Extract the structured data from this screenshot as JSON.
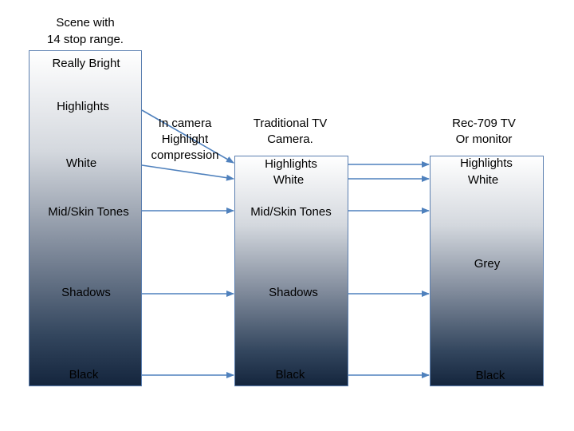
{
  "headings": {
    "scene": [
      "Scene with",
      "14 stop range."
    ],
    "compression": [
      "In camera",
      "Highlight",
      "compression"
    ],
    "camera": [
      "Traditional TV",
      "Camera."
    ],
    "tv": [
      "Rec-709 TV",
      "Or monitor"
    ]
  },
  "scene": {
    "really_bright": "Really Bright",
    "highlights": "Highlights",
    "white": "White",
    "mid": "Mid/Skin Tones",
    "shadows": "Shadows",
    "black": "Black"
  },
  "camera": {
    "highlights": "Highlights",
    "white": "White",
    "mid": "Mid/Skin Tones",
    "shadows": "Shadows",
    "black": "Black"
  },
  "tv": {
    "highlights": "Highlights",
    "white": "White",
    "grey": "Grey",
    "black": "Black"
  },
  "colors": {
    "arrow": "#4f81bd",
    "border": "#5b7fb0",
    "gradient_top": "#ffffff",
    "gradient_bottom": "#14253d"
  }
}
